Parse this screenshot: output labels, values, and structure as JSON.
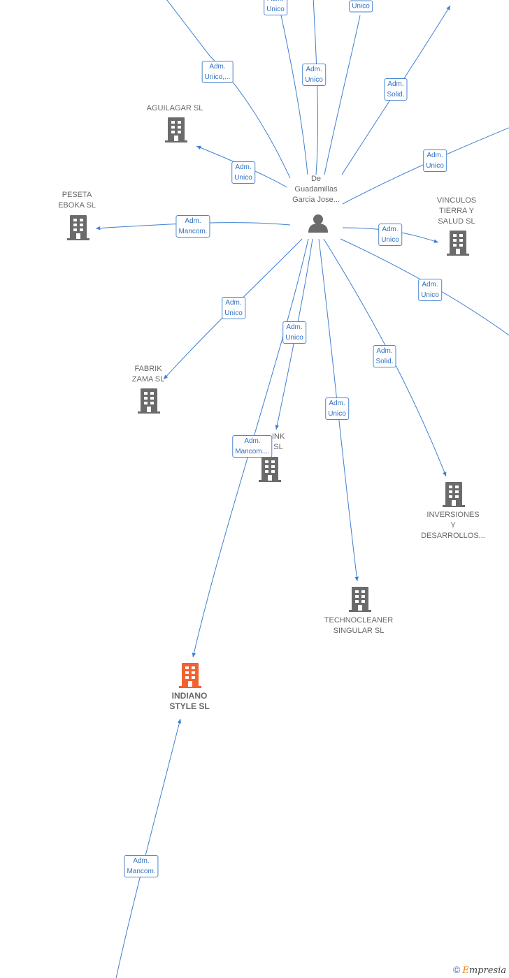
{
  "person": {
    "label_lines": [
      "De",
      "Guadamillas",
      "Garcia Jose..."
    ],
    "icon": "person-icon"
  },
  "companies": [
    {
      "id": "aguilagar",
      "label_lines": [
        "AGUILAGAR  SL"
      ],
      "icon": "building-icon"
    },
    {
      "id": "peseta",
      "label_lines": [
        "PESETA",
        "EBOKA SL"
      ],
      "icon": "building-icon"
    },
    {
      "id": "vinculos",
      "label_lines": [
        "VINCULOS",
        "TIERRA Y",
        "SALUD  SL"
      ],
      "icon": "building-icon"
    },
    {
      "id": "fabrik",
      "label_lines": [
        "FABRIK",
        "ZAMA SL"
      ],
      "icon": "building-icon"
    },
    {
      "id": "link",
      "label_lines": [
        "INK",
        "SL"
      ],
      "icon": "building-icon"
    },
    {
      "id": "inversiones",
      "label_lines": [
        "INVERSIONES",
        "Y",
        "DESARROLLOS..."
      ],
      "icon": "building-icon"
    },
    {
      "id": "technocleaner",
      "label_lines": [
        "TECHNOCLEANER",
        "SINGULAR  SL"
      ],
      "icon": "building-icon"
    },
    {
      "id": "indiano",
      "label_lines": [
        "INDIANO",
        "STYLE  SL"
      ],
      "icon": "building-icon",
      "focus": true
    }
  ],
  "edge_labels": [
    {
      "id": "e-top1",
      "lines": [
        "Adm.",
        "Unico"
      ]
    },
    {
      "id": "e-top2",
      "lines": [
        "Unico"
      ]
    },
    {
      "id": "e-unico-trunc",
      "lines": [
        "Adm.",
        "Unico,..."
      ]
    },
    {
      "id": "e-unico-mid",
      "lines": [
        "Adm.",
        "Unico"
      ]
    },
    {
      "id": "e-solid-top",
      "lines": [
        "Adm.",
        "Solid."
      ]
    },
    {
      "id": "e-aguilagar",
      "lines": [
        "Adm.",
        "Unico"
      ]
    },
    {
      "id": "e-right-upper",
      "lines": [
        "Adm.",
        "Unico"
      ]
    },
    {
      "id": "e-peseta",
      "lines": [
        "Adm.",
        "Mancom."
      ]
    },
    {
      "id": "e-vinculos",
      "lines": [
        "Adm.",
        "Unico"
      ]
    },
    {
      "id": "e-right-lower",
      "lines": [
        "Adm.",
        "Unico"
      ]
    },
    {
      "id": "e-fabrik",
      "lines": [
        "Adm.",
        "Unico"
      ]
    },
    {
      "id": "e-link",
      "lines": [
        "Adm.",
        "Unico"
      ]
    },
    {
      "id": "e-inversiones",
      "lines": [
        "Adm.",
        "Solid."
      ]
    },
    {
      "id": "e-technocleaner",
      "lines": [
        "Adm.",
        "Unico"
      ]
    },
    {
      "id": "e-indiano",
      "lines": [
        "Adm.",
        "Mancom...."
      ]
    },
    {
      "id": "e-indiano-bottom",
      "lines": [
        "Adm.",
        "Mancom."
      ]
    }
  ],
  "colors": {
    "edge": "#3f7fd0",
    "node_gray": "#6b6b6b",
    "focus_orange": "#f2612f",
    "label_border": "#4a86cf",
    "label_text": "#2f6fc0"
  },
  "brand": {
    "copyright": "©",
    "name_e": "E",
    "name_rest": "mpresia"
  }
}
